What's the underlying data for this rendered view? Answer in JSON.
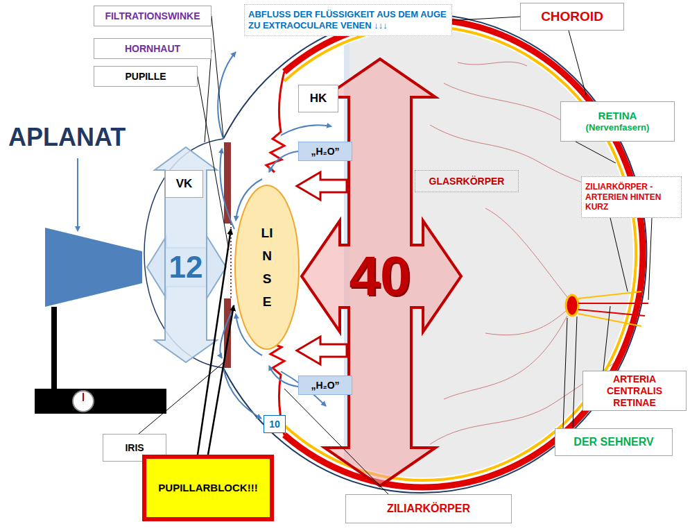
{
  "diagram": {
    "nodes": [
      {
        "text": [
          "FILTRATIONSWINKE"
        ]
      },
      {
        "text": [
          "HORNHAUT"
        ]
      },
      {
        "text": [
          "PUPILLE"
        ]
      },
      {
        "text": [
          "ABFLUSS DER FLÜSSIGKEIT AUS DEM AUGE ZU EXTRAOCULARE VENEN ↓↓↓"
        ]
      },
      {
        "text": [
          "CHOROID"
        ]
      },
      {
        "text": [
          "HK"
        ]
      },
      {
        "text": [
          "RETINA",
          "(Nervenfasern)"
        ]
      },
      {
        "text": [
          "VK"
        ]
      },
      {
        "text": [
          "„H₂O”"
        ]
      },
      {
        "text": [
          "GLASRKÖRPER"
        ]
      },
      {
        "text": [
          "LINSE"
        ]
      },
      {
        "text": [
          "ZILIARKÖRPER -ARTERIEN HINTEN KURZ"
        ]
      },
      {
        "text": [
          "„H₂O”"
        ]
      },
      {
        "text": [
          "ARTERIA CENTRALIS RETINAE"
        ]
      },
      {
        "text": [
          "10"
        ]
      },
      {
        "text": [
          "IRIS"
        ]
      },
      {
        "text": [
          "DER SEHNERV"
        ]
      },
      {
        "text": [
          "PUPILLARBLOCK!!!"
        ]
      },
      {
        "text": [
          "ZILIARKÖRPER"
        ]
      }
    ],
    "labels": [
      "APLANAT",
      "12",
      "40"
    ]
  }
}
